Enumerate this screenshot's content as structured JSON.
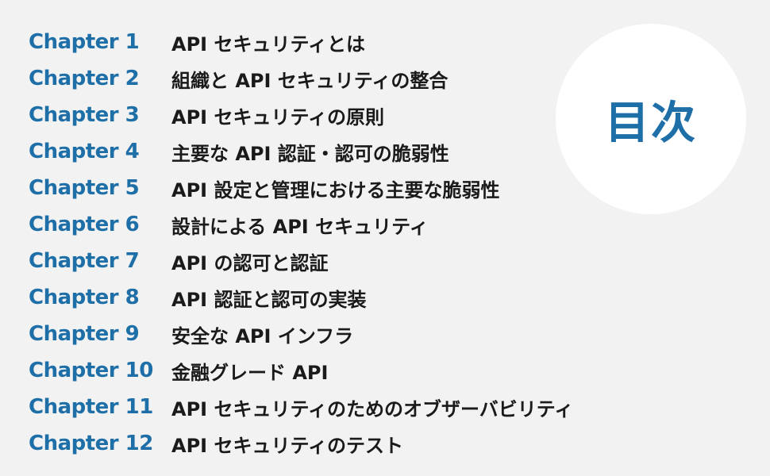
{
  "badge": {
    "label": "目次"
  },
  "colors": {
    "accent": "#1e6fa8",
    "text": "#1a1a1a",
    "background": "#f2f2f2",
    "badge_background": "#ffffff"
  },
  "chapters": [
    {
      "label": "Chapter  1",
      "title": "API セキュリティとは"
    },
    {
      "label": "Chapter  2",
      "title": "組織と API セキュリティの整合"
    },
    {
      "label": "Chapter  3",
      "title": "API セキュリティの原則"
    },
    {
      "label": "Chapter  4",
      "title": "主要な API 認証・認可の脆弱性"
    },
    {
      "label": "Chapter  5",
      "title": "API 設定と管理における主要な脆弱性"
    },
    {
      "label": "Chapter  6",
      "title": "設計による API セキュリティ"
    },
    {
      "label": "Chapter  7",
      "title": "API の認可と認証"
    },
    {
      "label": "Chapter  8",
      "title": "API 認証と認可の実装"
    },
    {
      "label": "Chapter  9",
      "title": "安全な API インフラ"
    },
    {
      "label": "Chapter 10",
      "title": "金融グレード API"
    },
    {
      "label": "Chapter 11",
      "title": "API セキュリティのためのオブザーバビリティ"
    },
    {
      "label": "Chapter 12",
      "title": "API セキュリティのテスト"
    }
  ]
}
